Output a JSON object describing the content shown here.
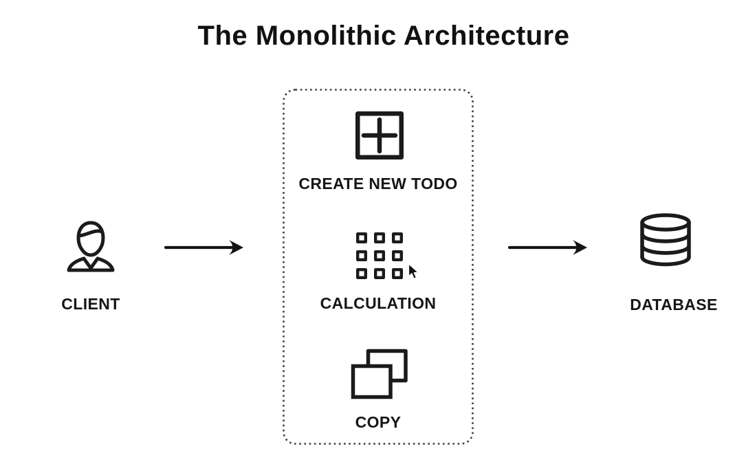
{
  "theme": {
    "background": "#ffffff",
    "ink": "#1e1e1e",
    "dotted_border_color": "#3d3d3d"
  },
  "diagram": {
    "title": "The Monolithic Architecture",
    "client": {
      "label": "CLIENT",
      "icon": "person-icon"
    },
    "monolith": {
      "border_style": "dotted rounded rectangle",
      "modules": [
        {
          "label": "CREATE NEW TODO",
          "icon": "plus-square-icon"
        },
        {
          "label": "CALCULATION",
          "icon": "grid-icon"
        },
        {
          "label": "COPY",
          "icon": "copy-icon"
        }
      ]
    },
    "database": {
      "label": "DATABASE",
      "icon": "database-icon"
    },
    "arrows": [
      {
        "from": "client",
        "to": "monolith"
      },
      {
        "from": "monolith",
        "to": "database"
      }
    ],
    "cursor": {
      "icon": "mouse-cursor-icon"
    }
  }
}
